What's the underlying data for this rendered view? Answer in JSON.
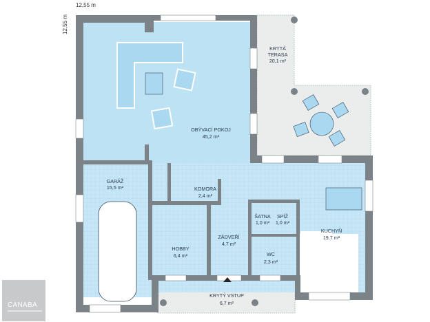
{
  "dimensions": {
    "width_label": "12,55 m",
    "height_label": "12,55 m"
  },
  "rooms": [
    {
      "id": "obyvaci-pokoj",
      "name": "OBÝVACÍ POKOJ",
      "area": "45,2 m²"
    },
    {
      "id": "kryta-terasa-1",
      "name": "KRYTÁ",
      "name2": "TERASA",
      "area": "20,1 m²"
    },
    {
      "id": "garaz",
      "name": "GARÁŽ",
      "area": "15,5 m²"
    },
    {
      "id": "komora",
      "name": "KOMORA",
      "area": "2,4 m²"
    },
    {
      "id": "satna",
      "name": "ŠATNA",
      "area": "1,0 m²"
    },
    {
      "id": "spiz",
      "name": "SPÍŽ",
      "area": "1,0 m²"
    },
    {
      "id": "kuchyn",
      "name": "KUCHYŇ",
      "area": "19,7 m²"
    },
    {
      "id": "zadveri",
      "name": "ZÁDVEŘÍ",
      "area": "4,7 m²"
    },
    {
      "id": "hobby",
      "name": "HOBBY",
      "area": "6,4 m²"
    },
    {
      "id": "wc",
      "name": "WC",
      "area": "2,3 m²"
    },
    {
      "id": "kryty-vstup",
      "name": "KRYTÝ VSTUP",
      "area": "6,7 m²"
    }
  ],
  "colors": {
    "interior": "#bfe3f5",
    "wall": "#7b8388",
    "terrace": "#ebecec",
    "furniture": "#a9d8f0",
    "outline": "#33475a"
  },
  "logo": {
    "text": "CANABA"
  }
}
